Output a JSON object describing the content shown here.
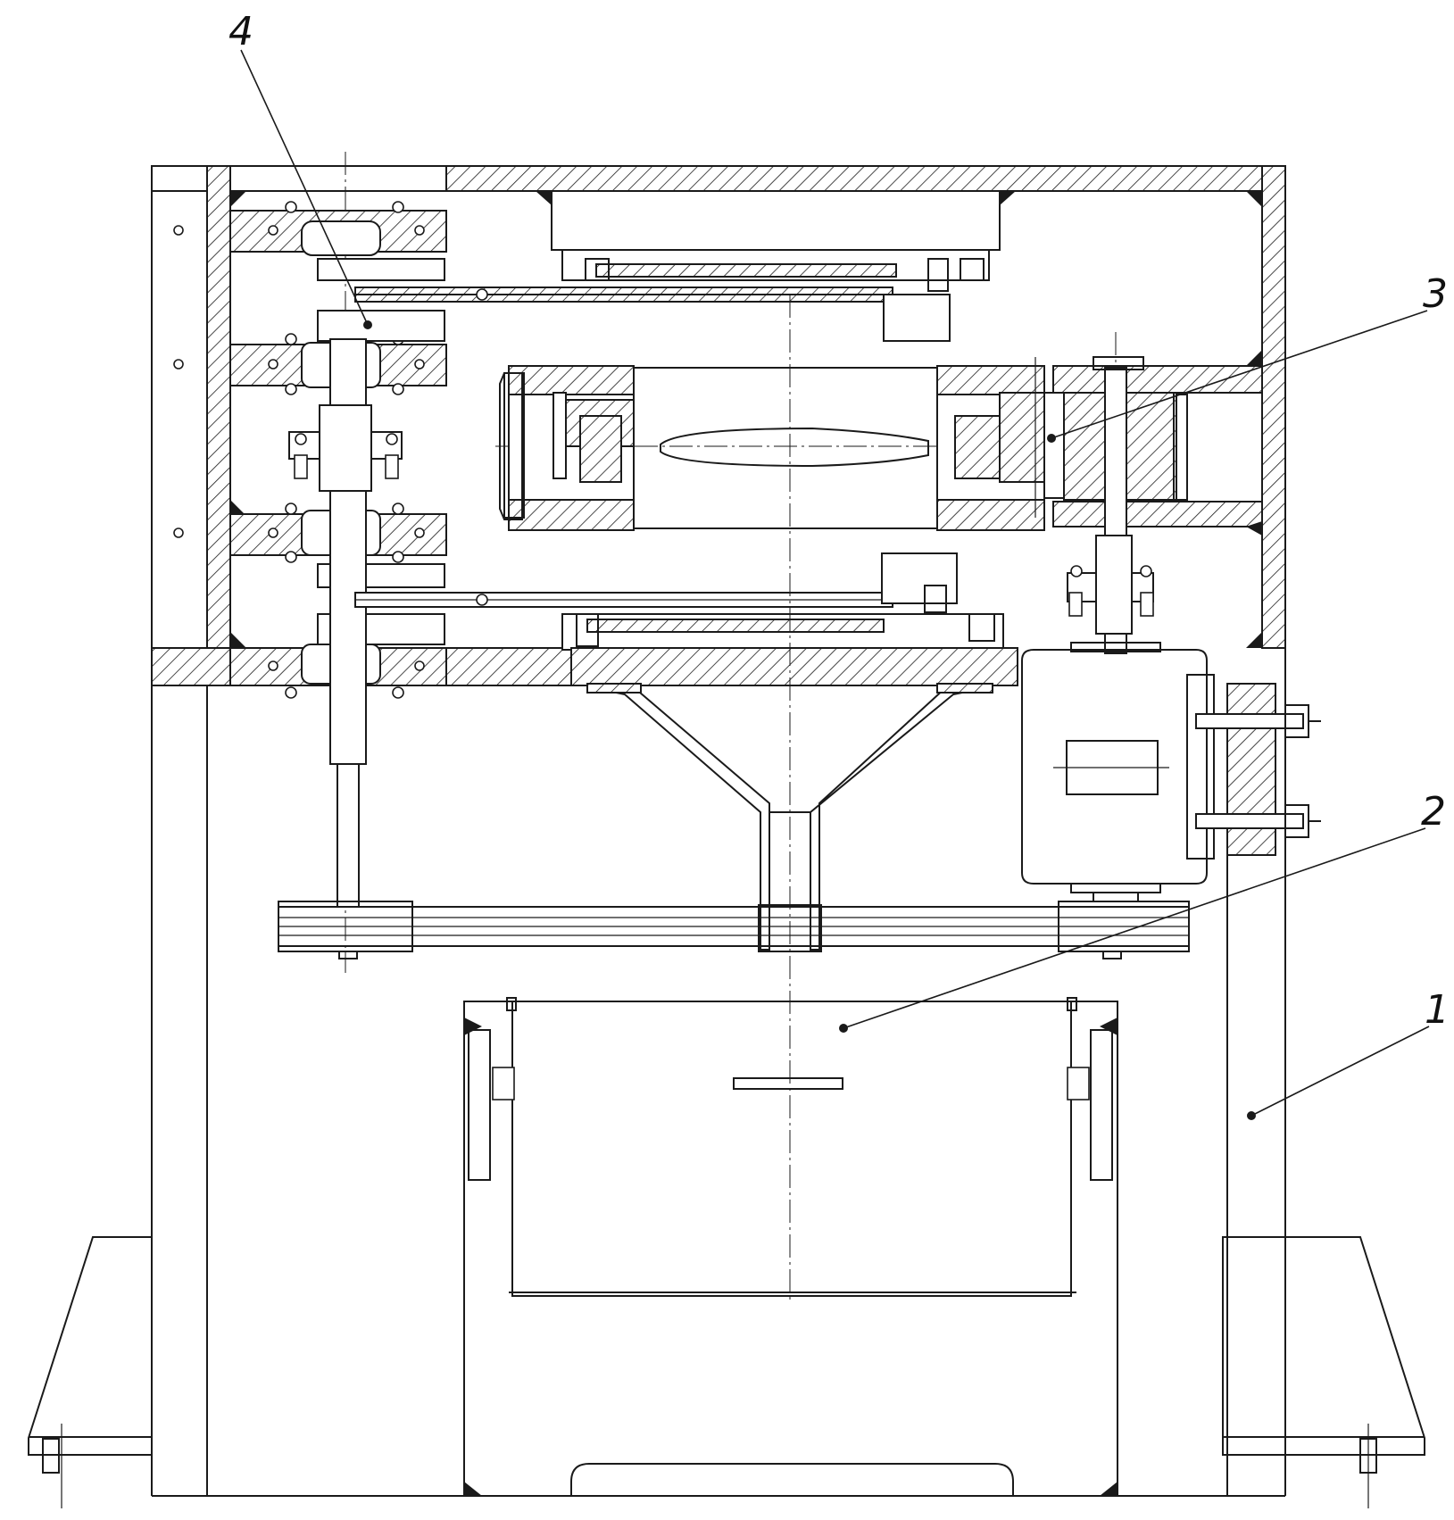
{
  "figure": {
    "callouts": [
      {
        "id": "1",
        "text": "1"
      },
      {
        "id": "2",
        "text": "2"
      },
      {
        "id": "3",
        "text": "3"
      },
      {
        "id": "4",
        "text": "4"
      }
    ]
  }
}
